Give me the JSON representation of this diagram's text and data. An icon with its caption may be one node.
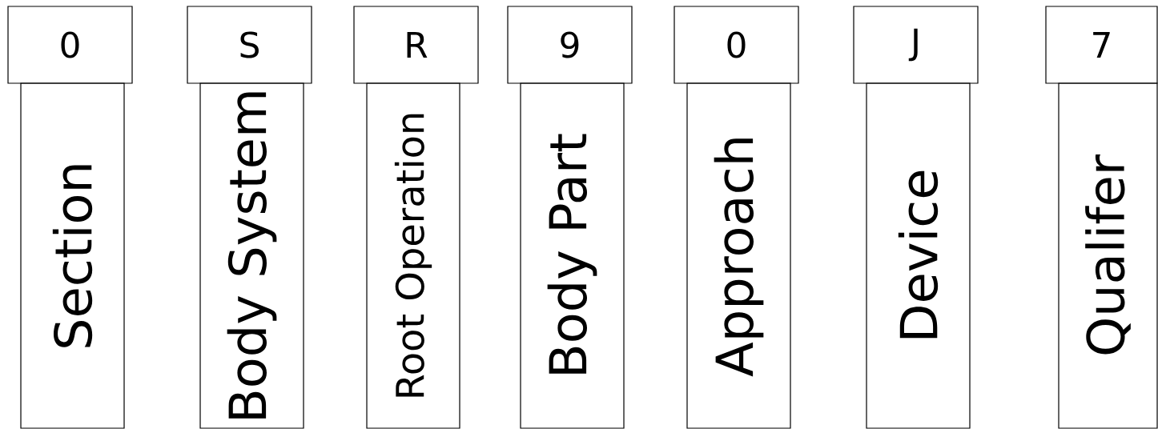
{
  "diagram": {
    "nodes": [
      {
        "text": [
          "0"
        ]
      },
      {
        "text": [
          "Section"
        ]
      },
      {
        "text": [
          "S"
        ]
      },
      {
        "text": [
          "Body System"
        ]
      },
      {
        "text": [
          "R"
        ]
      },
      {
        "text": [
          "Root Operation"
        ]
      },
      {
        "text": [
          "9"
        ]
      },
      {
        "text": [
          "Body Part"
        ]
      },
      {
        "text": [
          "0"
        ]
      },
      {
        "text": [
          "Approach"
        ]
      },
      {
        "text": [
          "J"
        ]
      },
      {
        "text": [
          "Device"
        ]
      },
      {
        "text": [
          "7"
        ]
      },
      {
        "text": [
          "Qualifer"
        ]
      }
    ]
  }
}
